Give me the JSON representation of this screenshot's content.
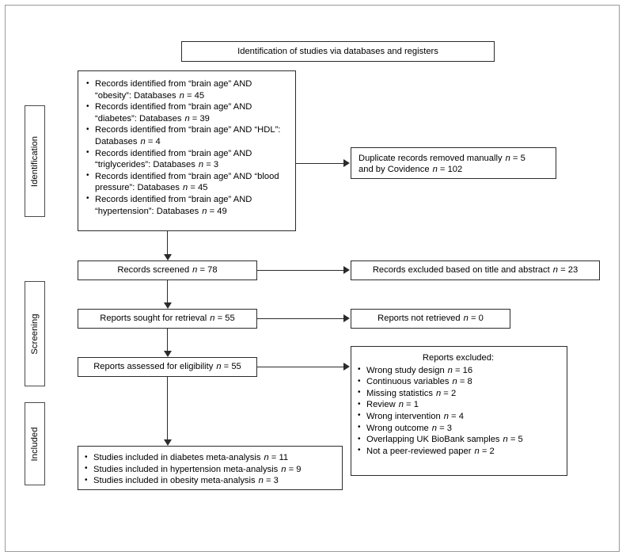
{
  "figure": {
    "type": "prisma-flow-diagram",
    "header_label": "Identification of studies via databases and registers"
  },
  "phases": {
    "identification": "Identification",
    "screening": "Screening",
    "included": "Included"
  },
  "identification": {
    "records_identified": [
      "Records identified from “brain age” AND “obesity”: Databases",
      "Records identified from “brain age” AND “diabetes”: Databases",
      "Records identified from “brain age” AND “HDL”: Databases",
      "Records identified from “brain age” AND “triglycerides”: Databases",
      "Records identified from “brain age” AND “blood pressure”: Databases",
      "Records identified from “brain age” AND “hypertension”: Databases"
    ],
    "records_identified_n": [
      "45",
      "39",
      "4",
      "3",
      "45",
      "49"
    ],
    "duplicates_line1": "Duplicate records removed manually",
    "duplicates_line1_n": "5",
    "duplicates_line2": "and by Covidence",
    "duplicates_line2_n": "102"
  },
  "screening": {
    "records_screened_label": "Records screened",
    "records_screened_n": "78",
    "records_excluded_label": "Records excluded based on title and abstract",
    "records_excluded_n": "23",
    "reports_sought_label": "Reports sought for retrieval",
    "reports_sought_n": "55",
    "reports_not_retrieved_label": "Reports not retrieved",
    "reports_not_retrieved_n": "0",
    "reports_assessed_label": "Reports assessed for eligibility",
    "reports_assessed_n": "55"
  },
  "reports_excluded": {
    "title": "Reports excluded:",
    "reasons": [
      "Wrong study design",
      "Continuous variables",
      "Missing statistics",
      "Review",
      "Wrong intervention",
      "Wrong outcome",
      "Overlapping UK BioBank samples",
      "Not a peer-reviewed paper"
    ],
    "counts": [
      "16",
      "8",
      "2",
      "1",
      "4",
      "3",
      "5",
      "2"
    ]
  },
  "included": {
    "studies": [
      "Studies included in diabetes meta-analysis",
      "Studies included in hypertension meta-analysis",
      "Studies included in obesity meta-analysis"
    ],
    "counts": [
      "11",
      "9",
      "3"
    ]
  },
  "symbols": {
    "n_symbol": "n",
    "equals": "="
  },
  "colors": {
    "box_border": "#2b2b2b",
    "frame_border": "#9a9a9a",
    "text": "#000000",
    "background": "#ffffff"
  }
}
